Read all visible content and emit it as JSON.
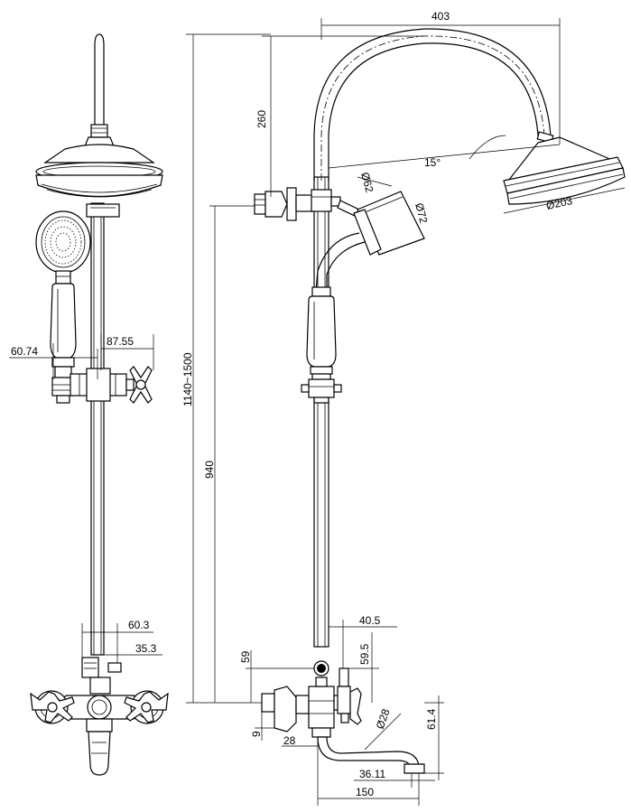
{
  "dimensions": {
    "arm_reach": "403",
    "arm_drop": "260",
    "arm_angle": "15°",
    "overall_height": "1140~1500",
    "hand_shower_height": "940",
    "head_diameter": "Ø203",
    "handle_diameter_top": "Ø62",
    "handle_diameter_side": "Ø72",
    "hand_shower_offset": "60.74",
    "holder_offset": "87.55",
    "lower_width": "60.3",
    "lower_offset": "35.3",
    "valve_height": "59",
    "valve_offset": "40.5",
    "valve_rise": "59.5",
    "inlet_offset": "9",
    "spout_diameter": "Ø28",
    "spout_drop": "61.4",
    "body_depth": "28",
    "spout_tip": "36.11",
    "spout_reach": "150"
  }
}
